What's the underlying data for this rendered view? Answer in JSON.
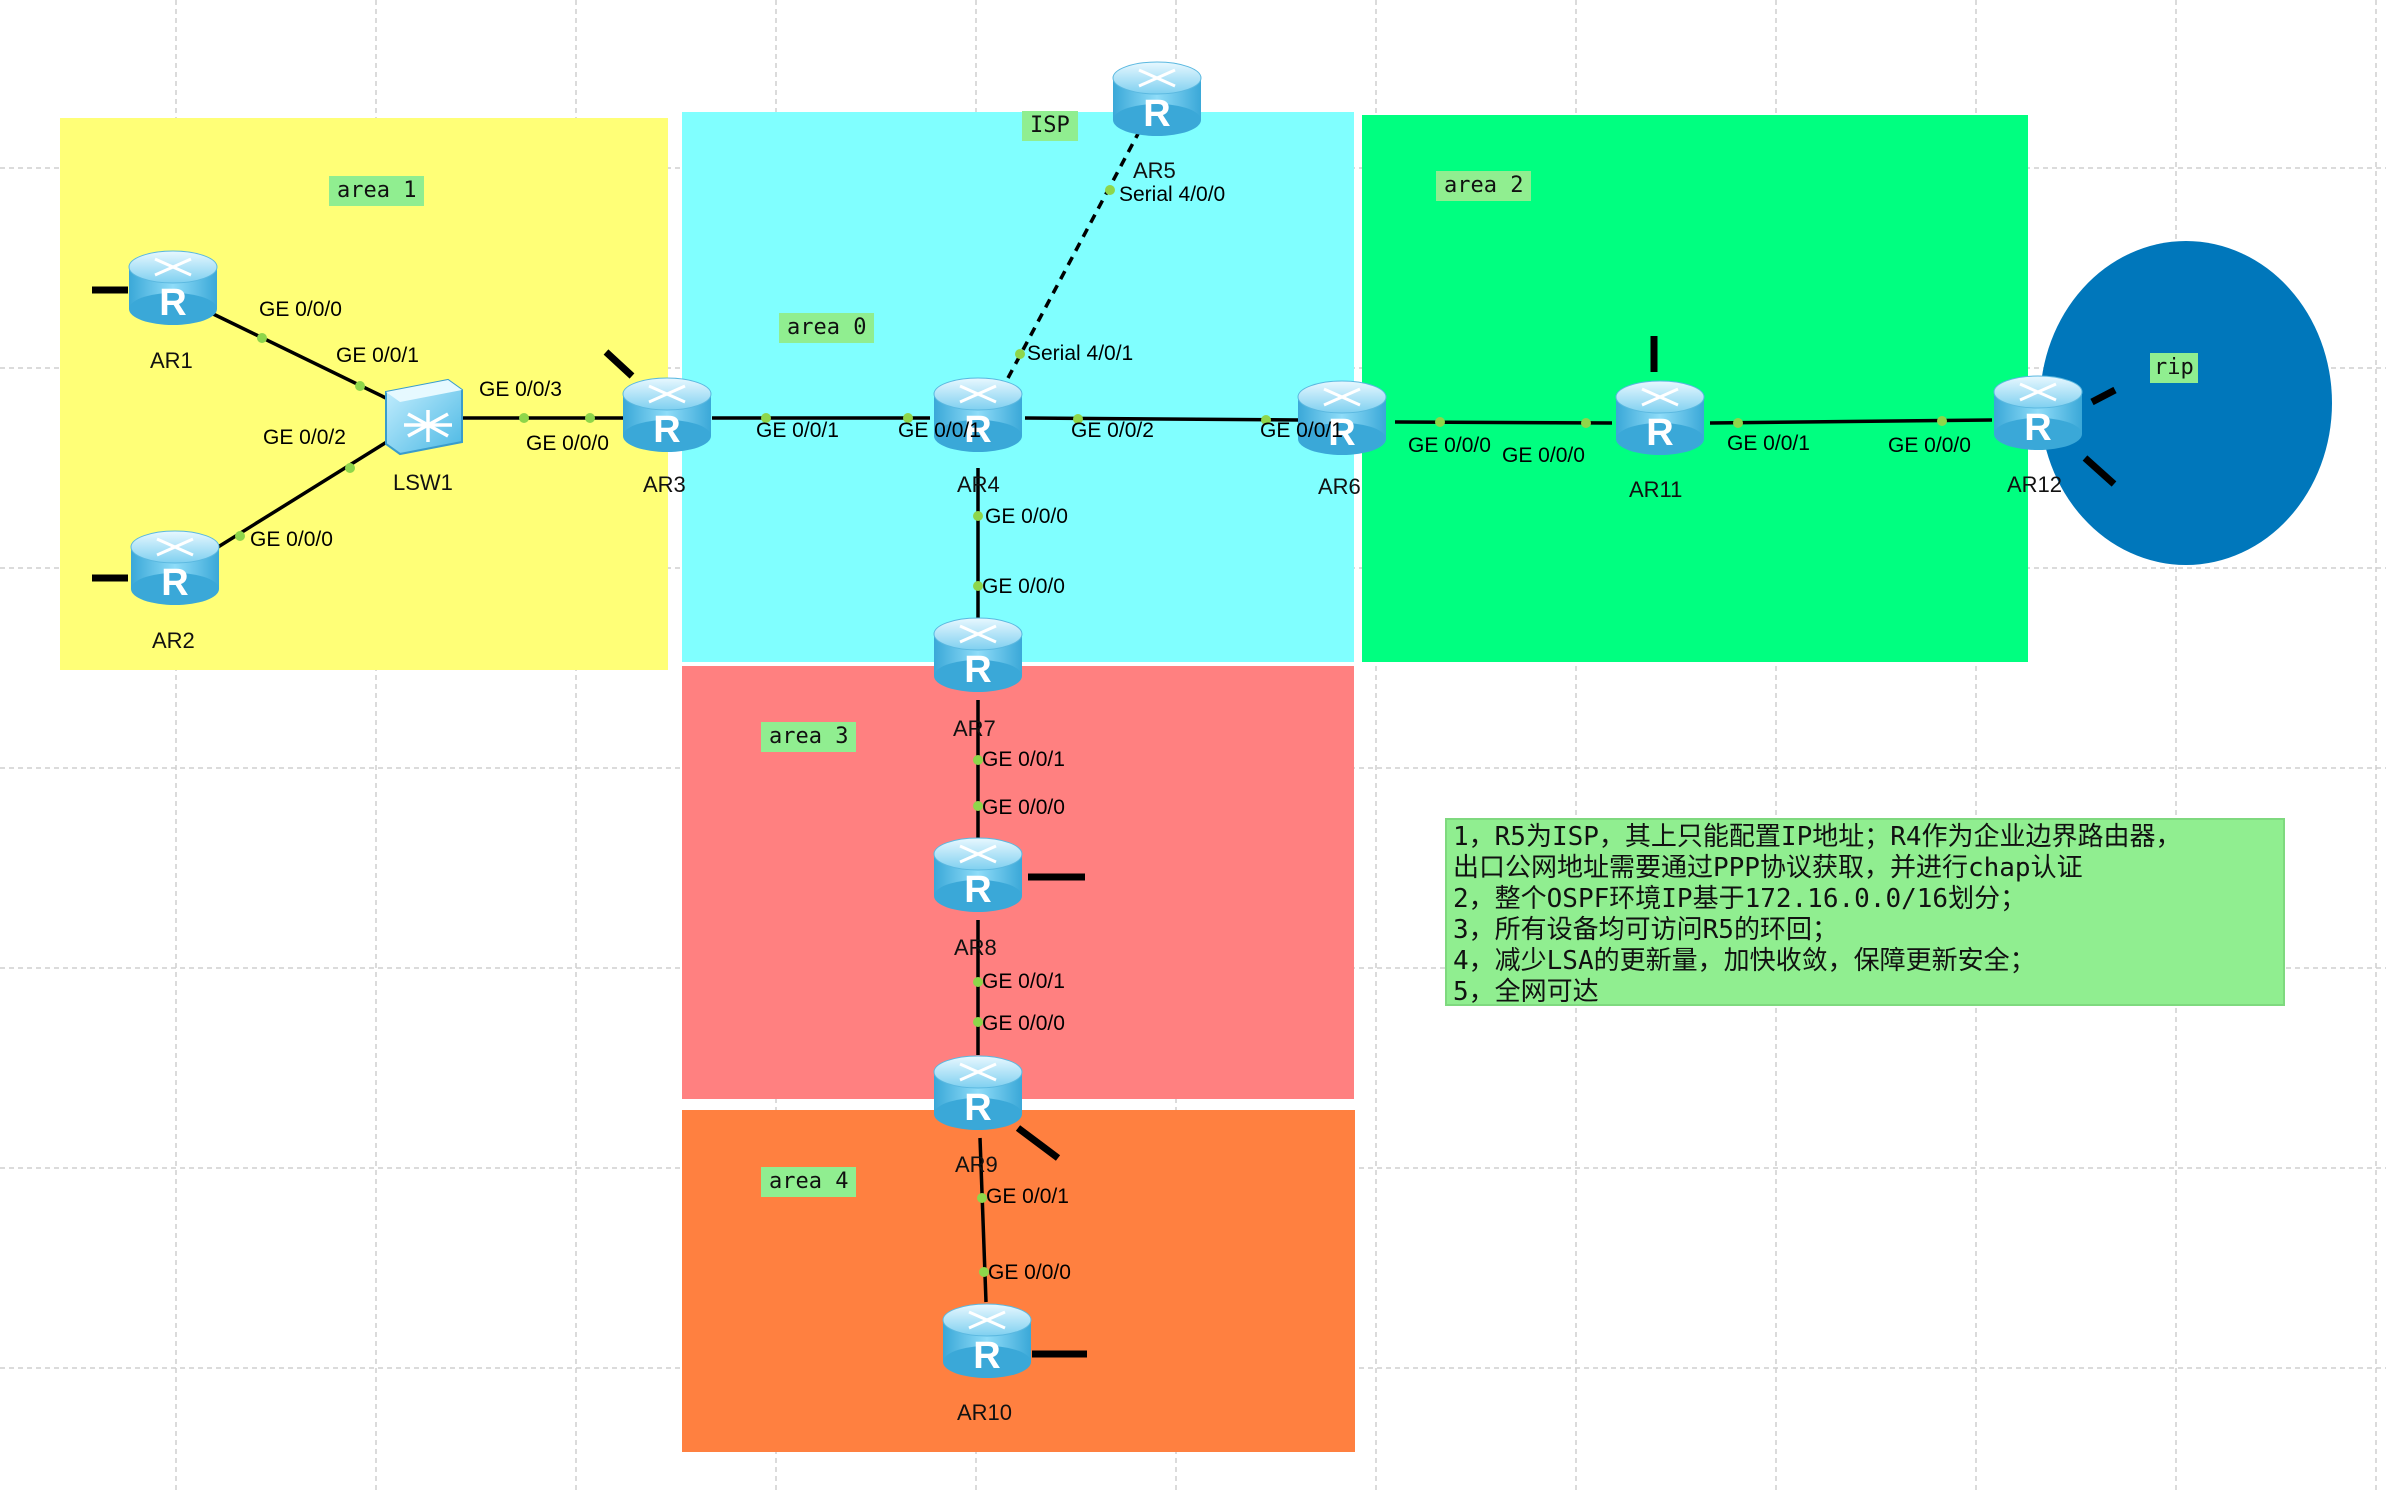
{
  "colors": {
    "area1": "#ffff77",
    "area0": "#80ffff",
    "area2": "#00ff80",
    "area3": "#ff8080",
    "area4": "#ff8040",
    "rip": "#0077bb",
    "tag": "#90ee90",
    "link": "#000000",
    "port_dot": "#8ed64a"
  },
  "zones": {
    "area1": "area 1",
    "area0": "area 0",
    "area2": "area 2",
    "area3": "area 3",
    "area4": "area 4",
    "isp": "ISP",
    "rip": "rip"
  },
  "devices": {
    "ar1": "AR1",
    "ar2": "AR2",
    "lsw1": "LSW1",
    "ar3": "AR3",
    "ar4": "AR4",
    "ar5": "AR5",
    "ar6": "AR6",
    "ar7": "AR7",
    "ar8": "AR8",
    "ar9": "AR9",
    "ar10": "AR10",
    "ar11": "AR11",
    "ar12": "AR12"
  },
  "ports": {
    "ar1_ge000": "GE 0/0/0",
    "lsw1_ge001": "GE 0/0/1",
    "lsw1_ge002": "GE 0/0/2",
    "ar2_ge000": "GE 0/0/0",
    "lsw1_ge003": "GE 0/0/3",
    "ar3_ge000": "GE 0/0/0",
    "ar3_ge001": "GE 0/0/1",
    "ar4_ge001": "GE 0/0/1",
    "ar4_ge002": "GE 0/0/2",
    "ar6_ge001": "GE 0/0/1",
    "ar6_ge000": "GE 0/0/0",
    "ar11_ge000": "GE 0/0/0",
    "ar11_ge001": "GE 0/0/1",
    "ar12_ge000": "GE 0/0/0",
    "ar5_s400": "Serial 4/0/0",
    "ar4_s401": "Serial 4/0/1",
    "ar4_ge000": "GE 0/0/0",
    "ar7_ge000": "GE 0/0/0",
    "ar7_ge001": "GE 0/0/1",
    "ar8_ge000": "GE 0/0/0",
    "ar8_ge001": "GE 0/0/1",
    "ar9_ge000": "GE 0/0/0",
    "ar9_ge001": "GE 0/0/1",
    "ar10_ge000": "GE 0/0/0"
  },
  "notes": [
    "1，R5为ISP，其上只能配置IP地址；R4作为企业边界路由器，",
    "出口公网地址需要通过PPP协议获取，并进行chap认证",
    "2，整个OSPF环境IP基于172.16.0.0/16划分；",
    "3，所有设备均可访问R5的环回；",
    "4，减少LSA的更新量，加快收敛，保障更新安全；",
    "5，全网可达"
  ]
}
